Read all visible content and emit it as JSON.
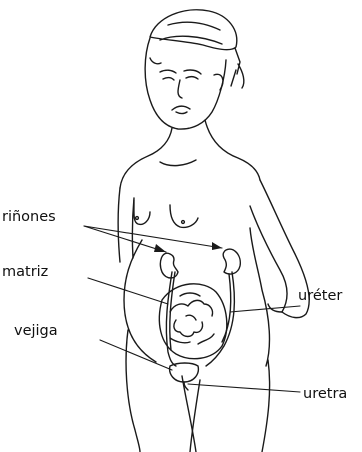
{
  "labels": {
    "kidneys": "riñones",
    "uterus": "matriz",
    "bladder": "vejiga",
    "ureter": "uréter",
    "urethra": "uretra"
  },
  "colors": {
    "ink": "#111111",
    "background": "#ffffff"
  }
}
